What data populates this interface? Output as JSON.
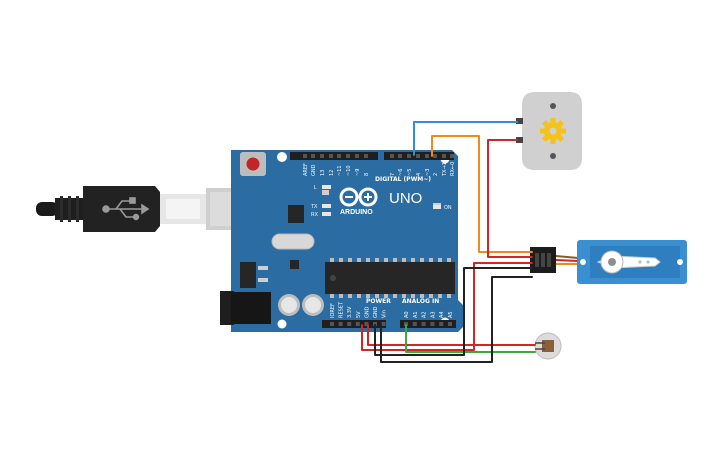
{
  "board": {
    "brand": "ARDUINO",
    "model": "UNO",
    "digital_header_label": "DIGITAL (PWM~)",
    "power_label": "POWER",
    "analog_label": "ANALOG IN",
    "on_label": "ON",
    "led_l": "L",
    "led_tx": "TX",
    "led_rx": "RX",
    "digital_pins": [
      "AREF",
      "GND",
      "13",
      "12",
      "~11",
      "~10",
      "~9",
      "8",
      "7",
      "~6",
      "~5",
      "4",
      "~3",
      "2",
      "TX→1",
      "RX←0"
    ],
    "power_pins": [
      "IOREF",
      "RESET",
      "3.3V",
      "5V",
      "GND",
      "GND",
      "Vin"
    ],
    "analog_pins": [
      "A0",
      "A1",
      "A2",
      "A3",
      "A4",
      "A5"
    ]
  },
  "components": {
    "usb_cable": {
      "icon": "usb-icon"
    },
    "dc_motor": {
      "icon": "gear-icon"
    },
    "servo": {},
    "photoresistor": {}
  },
  "colors": {
    "board": "#2b6ca3",
    "wire_blue": "#2f8fd0",
    "wire_orange": "#f08a1a",
    "wire_red": "#d42424",
    "wire_green": "#3daa3d",
    "wire_black": "#222222",
    "servo_body": "#3a8fd0",
    "motor_body": "#d0d0d0",
    "gear": "#f4c21a"
  }
}
